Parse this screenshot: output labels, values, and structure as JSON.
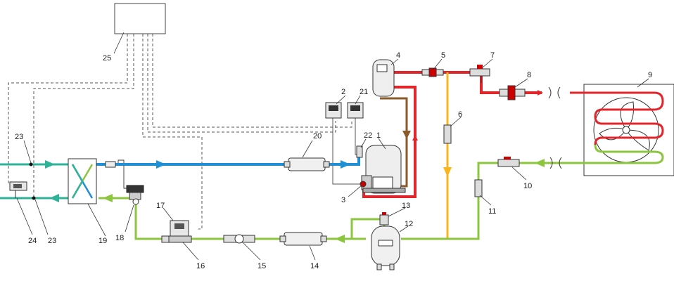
{
  "colors": {
    "discharge": "#e0262b",
    "suction": "#1f8fd6",
    "liquid": "#8cc63f",
    "evap_out": "#2eb398",
    "bypass": "#f7b71c",
    "oil": "#8b5a2b",
    "dashed": "#555555"
  },
  "labels": {
    "l1": "1",
    "l2": "2",
    "l3": "3",
    "l4": "4",
    "l5": "5",
    "l6": "6",
    "l7": "7",
    "l8": "8",
    "l9": "9",
    "l10": "10",
    "l11": "11",
    "l12": "12",
    "l13": "13",
    "l14": "14",
    "l15": "15",
    "l16": "16",
    "l17": "17",
    "l18": "18",
    "l19": "19",
    "l20": "20",
    "l21": "21",
    "l22": "22",
    "l23a": "23",
    "l23b": "23",
    "l24": "24",
    "l25": "25"
  }
}
